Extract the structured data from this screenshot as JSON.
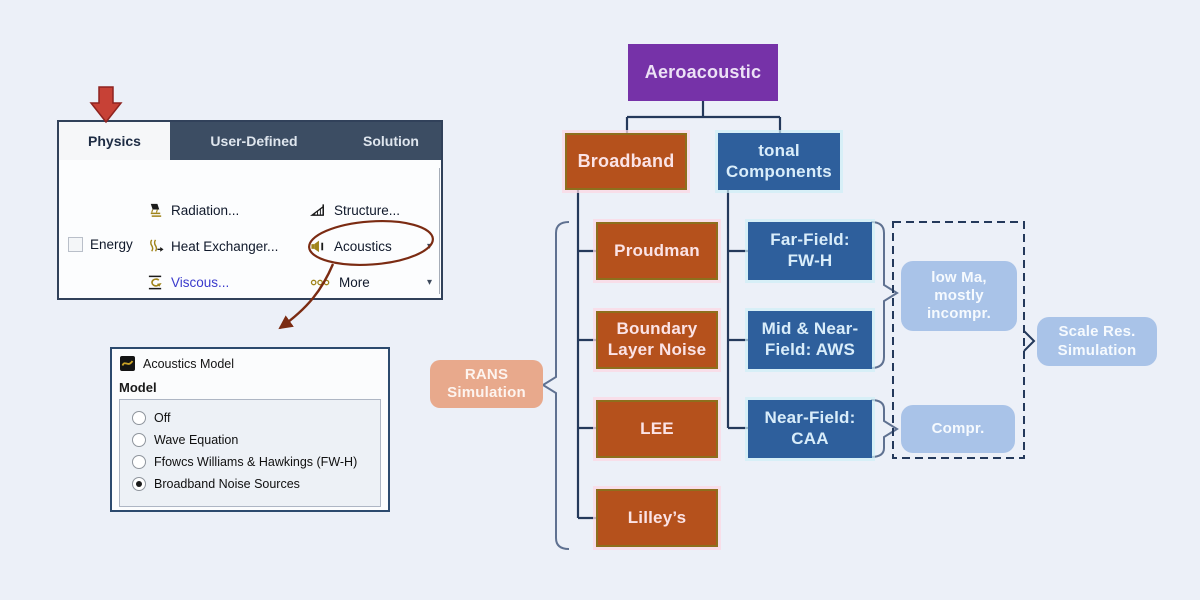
{
  "colors": {
    "background": "#ecf0f8",
    "purple": "#7632a8",
    "orange": "#b5511c",
    "dark_blue": "#2e5f9c",
    "light_blue": "#a9c3e8",
    "salmon": "#e8a98c",
    "connector": "#24395b",
    "brace": "#5f7191",
    "red_arrow": "#c74136",
    "dark_red": "#7b2b12",
    "tabbar": "#3c4d63",
    "gold_icon": "#a0841a",
    "viscous_link": "#3a3acc"
  },
  "ribbon": {
    "tabs": [
      {
        "label": "Physics",
        "active": true
      },
      {
        "label": "User-Defined",
        "active": false
      },
      {
        "label": "Solution",
        "active": false
      }
    ],
    "energy_label": "Energy",
    "items": {
      "radiation": "Radiation...",
      "heat_exchanger": "Heat Exchanger...",
      "viscous": "Viscous...",
      "structure": "Structure...",
      "acoustics": "Acoustics",
      "more": "More"
    }
  },
  "dialog": {
    "title": "Acoustics Model",
    "section_label": "Model",
    "options": [
      {
        "label": "Off",
        "selected": false
      },
      {
        "label": "Wave Equation",
        "selected": false
      },
      {
        "label": "Ffowcs Williams & Hawkings (FW-H)",
        "selected": false
      },
      {
        "label": "Broadband Noise Sources",
        "selected": true
      }
    ]
  },
  "flowchart": {
    "root": "Aeroacoustic",
    "branches": {
      "broadband": "Broadband",
      "tonal": "tonal Components"
    },
    "broadband_children": [
      "Proudman",
      "Boundary Layer Noise",
      "LEE",
      "Lilley’s"
    ],
    "tonal_children": [
      "Far-Field: FW-H",
      "Mid & Near-Field: AWS",
      "Near-Field: CAA"
    ],
    "annotations": {
      "rans": "RANS Simulation",
      "low_ma": "low Ma, mostly incompr.",
      "compr": "Compr.",
      "scale_res": "Scale Res. Simulation"
    }
  }
}
